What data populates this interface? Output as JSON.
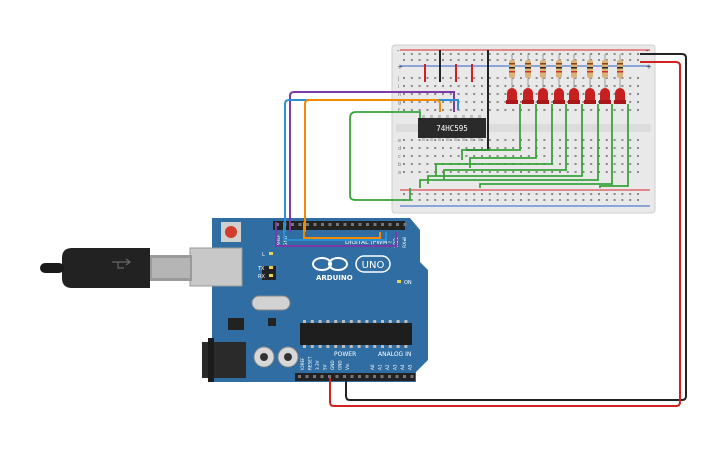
{
  "colors": {
    "board": "#2f6da3",
    "board_dark": "#25598a",
    "breadboard": "#e9e9e9",
    "rail_red": "#d9262c",
    "rail_blue": "#2a62c9",
    "led": "#c62020",
    "wire_red": "#d02020",
    "wire_black": "#222222",
    "wire_green": "#3aa33a",
    "wire_orange": "#f08a00",
    "wire_blue": "#2b8fd6",
    "wire_purple": "#7a3aa8",
    "chip": "#2a2a2a"
  },
  "chip": {
    "label": "74HC595"
  },
  "board": {
    "brand": "ARDUINO",
    "model": "UNO",
    "digital_label": "DIGITAL (PWM~)",
    "power_label": "POWER",
    "analog_label": "ANALOG IN",
    "aref": "AREF",
    "gnd": "GND",
    "l_label": "L",
    "tx_label": "TX",
    "rx_label": "RX",
    "on_label": "ON",
    "tx_pin": "TX▸1",
    "rx_pin": "RX◂0",
    "power_pins": [
      "IOREF",
      "RESET",
      "3.3V",
      "5V",
      "GND",
      "GND",
      "Vin"
    ],
    "analog_pins": [
      "A0",
      "A1",
      "A2",
      "A3",
      "A4",
      "A5"
    ]
  },
  "breadboard": {
    "rows_top": [
      "j",
      "i",
      "h",
      "g",
      "f"
    ],
    "rows_bottom": [
      "e",
      "d",
      "c",
      "b",
      "a"
    ],
    "plus": "+",
    "minus": "-"
  },
  "led_count": 8,
  "icons": [
    "usb-cable-icon",
    "reset-button-icon",
    "power-jack-icon"
  ]
}
